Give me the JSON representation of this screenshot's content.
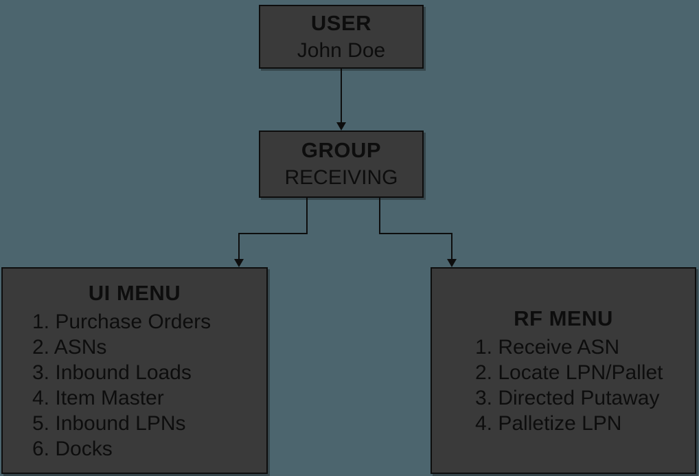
{
  "colors": {
    "background": "#4C656E",
    "node_fill": "#3A3A3A",
    "line": "#0D0D0D",
    "text": "#0D0D0D"
  },
  "diagram": {
    "user": {
      "label": "USER",
      "value": "John Doe"
    },
    "group": {
      "label": "GROUP",
      "value": "RECEIVING"
    },
    "ui_menu": {
      "title": "UI MENU",
      "items": [
        "1. Purchase Orders",
        "2. ASNs",
        "3. Inbound Loads",
        "4. Item Master",
        "5. Inbound LPNs",
        "6. Docks"
      ]
    },
    "rf_menu": {
      "title": "RF MENU",
      "items": [
        "1. Receive ASN",
        "2. Locate LPN/Pallet",
        "3. Directed Putaway",
        "4. Palletize LPN"
      ]
    }
  }
}
